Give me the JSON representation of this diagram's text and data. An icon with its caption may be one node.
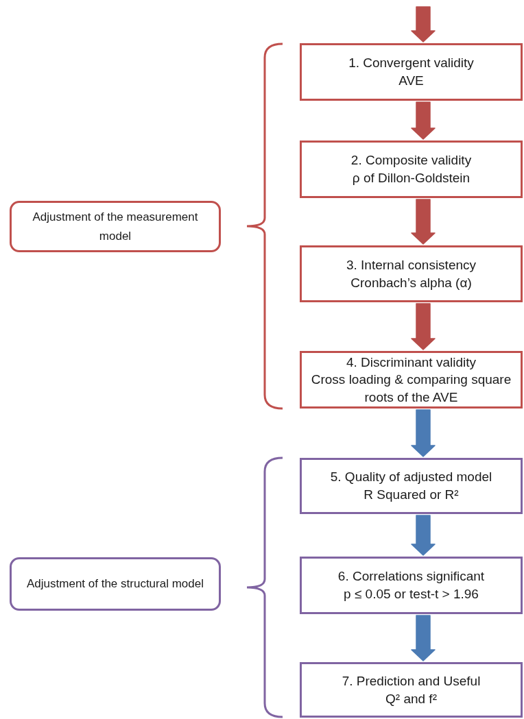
{
  "diagram": {
    "nodes": [
      {
        "text": [
          "Adjustment of the measurement model"
        ]
      },
      {
        "text": [
          "1. Convergent validity",
          "AVE"
        ]
      },
      {
        "text": [
          "2. Composite validity",
          "ρ of Dillon-Goldstein"
        ]
      },
      {
        "text": [
          "3. Internal consistency",
          "Cronbach’s alpha (α)"
        ]
      },
      {
        "text": [
          "4. Discriminant validity",
          "Cross loading & comparing square roots of the AVE"
        ]
      },
      {
        "text": [
          "Adjustment of the structural model"
        ]
      },
      {
        "text": [
          "5. Quality of adjusted model",
          "R Squared or R²"
        ]
      },
      {
        "text": [
          "6. Correlations significant",
          "p ≤ 0.05 or test-t > 1.96"
        ]
      },
      {
        "text": [
          "7. Prediction and Useful",
          "Q² and f²"
        ]
      }
    ],
    "edges": [
      {
        "from": null,
        "to": 1,
        "arrow": "to"
      },
      {
        "from": 1,
        "to": 2,
        "arrow": "to"
      },
      {
        "from": 2,
        "to": 3,
        "arrow": "to"
      },
      {
        "from": 3,
        "to": 4,
        "arrow": "to"
      },
      {
        "from": 4,
        "to": 6,
        "arrow": "to",
        "color": "#4f81bd"
      },
      {
        "from": 6,
        "to": 7,
        "arrow": "to",
        "color": "#4f81bd"
      },
      {
        "from": 7,
        "to": 8,
        "arrow": "to",
        "color": "#4f81bd"
      }
    ]
  }
}
